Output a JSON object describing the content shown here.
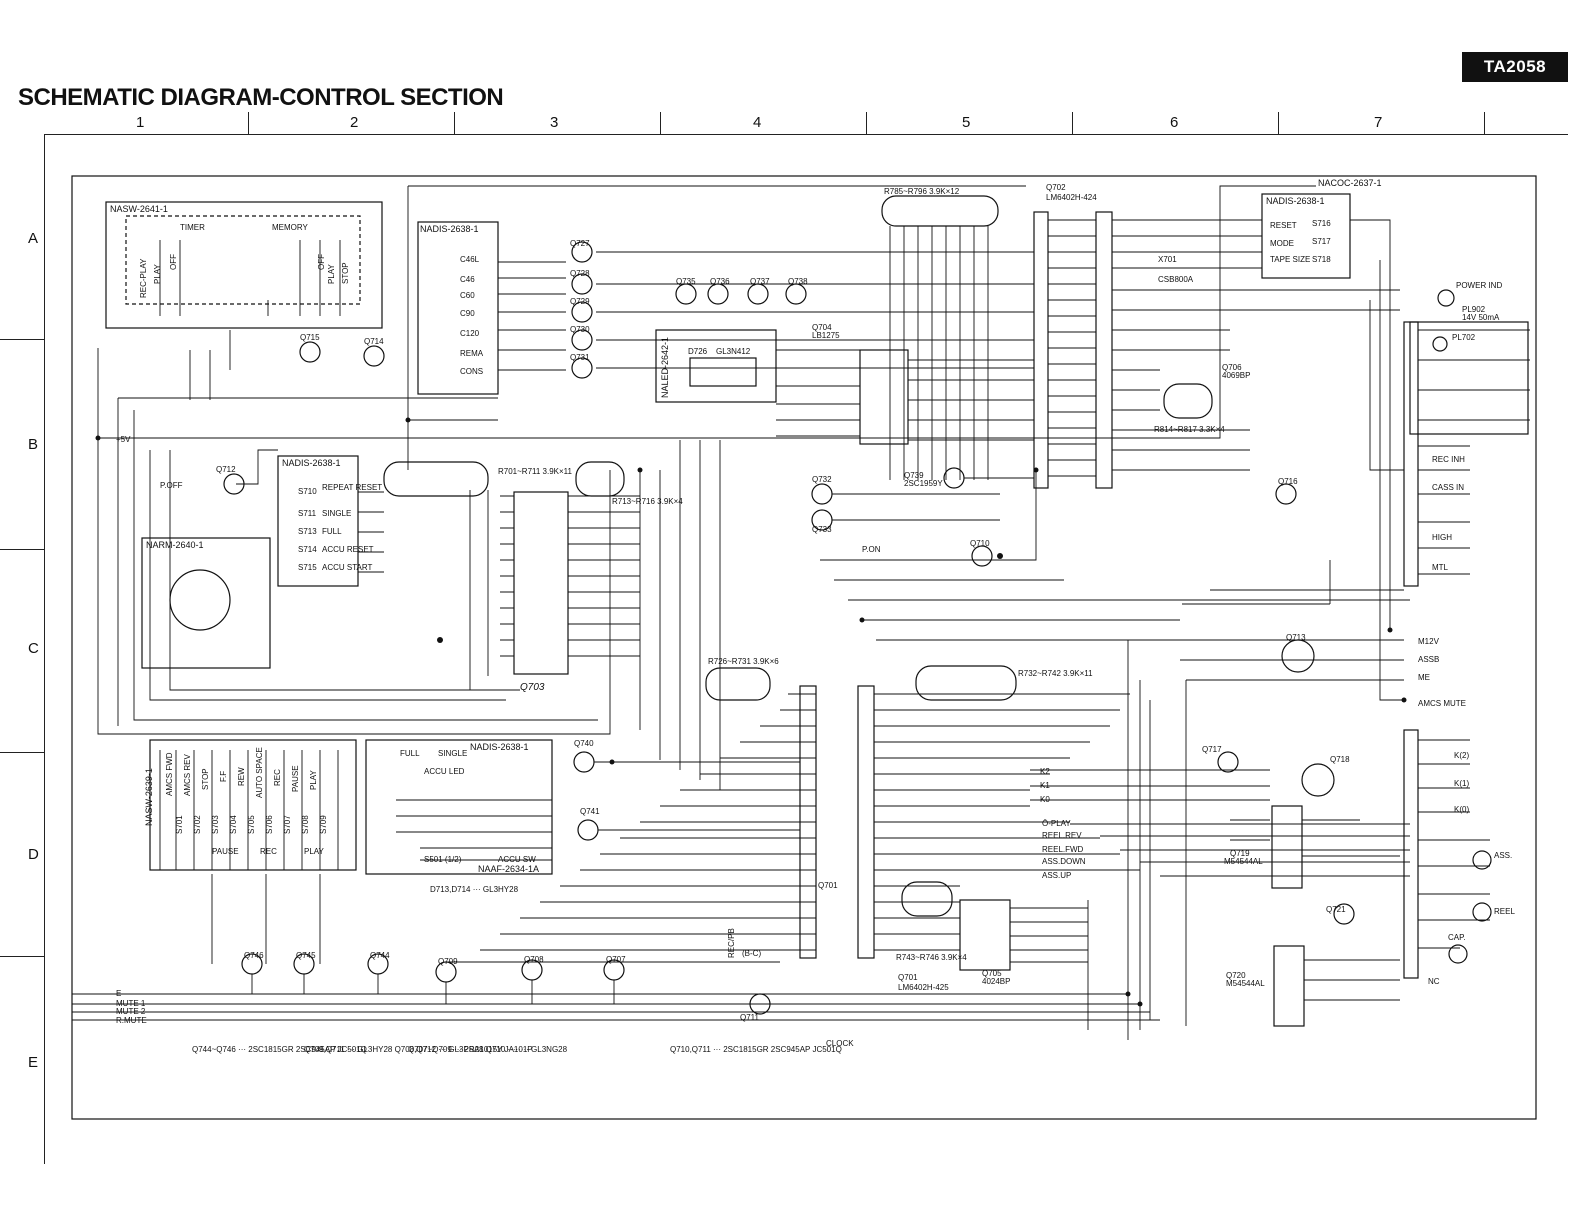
{
  "page_id": "TA2058",
  "title": "SCHEMATIC DIAGRAM-CONTROL SECTION",
  "columns": [
    "1",
    "2",
    "3",
    "4",
    "5",
    "6",
    "7"
  ],
  "rows": [
    "A",
    "B",
    "C",
    "D",
    "E"
  ],
  "blocks": {
    "nasw_2641": "NASW-2641-1",
    "nadis_2638_a": "NADIS-2638-1",
    "nadis_2638_b": "NADIS-2638-1",
    "nadis_2638_c": "NADIS-2638-1",
    "nadis_2638_d": "NADIS-2638-1",
    "narm_2640": "NARM-2640-1",
    "nasw_2639": "NASW-2639-1",
    "naaf_2634": "NAAF-2634-1A",
    "naled_2642": "NALED-2642-1",
    "nacoc_2637": "NACOC-2637-1"
  },
  "components": {
    "q702": "Q702",
    "q702_part": "LM6402H-424",
    "q701": "Q701",
    "q701_part": "LM6402H-425",
    "q703": "Q703",
    "q704": "Q704",
    "q704_part": "LB1275",
    "q705": "Q705",
    "q705_part": "4024BP",
    "q706": "Q706",
    "q706_part": "4069BP",
    "q719": "Q719",
    "q719_part": "M54544AL",
    "q720": "Q720",
    "q720_part": "M54544AL",
    "d726": "D726",
    "d726_part": "GL3N412",
    "pl902": "PL902",
    "pl902_rating": "14V 50mA",
    "pl702": "PL702",
    "q712": "Q712",
    "q715": "Q715",
    "q714": "Q714",
    "q716": "Q716",
    "q713": "Q713",
    "q717": "Q717",
    "q718": "Q718",
    "q721": "Q721",
    "q710": "Q710",
    "q711": "Q711",
    "q740": "Q740",
    "q741": "Q741",
    "q744": "Q744",
    "q745": "Q745",
    "q746": "Q746",
    "q707": "Q707",
    "q708": "Q708",
    "q709": "Q709",
    "q739": "Q739",
    "q739_part": "2SC1959Y",
    "q732": "Q732",
    "q733": "Q733",
    "q727": "Q727",
    "q728": "Q728",
    "q729": "Q729",
    "q730": "Q730",
    "q731": "Q731",
    "q735": "Q735",
    "q736": "Q736",
    "q737": "Q737",
    "q738": "Q738"
  },
  "switches": {
    "nasw_2641": [
      "TIMER",
      "MEMORY",
      "REC-PLAY",
      "OFF",
      "PLAY",
      "OFF",
      "PLAY",
      "STOP"
    ],
    "nadis_left": [
      "REPEAT RESET",
      "SINGLE",
      "FULL",
      "ACCU RESET",
      "ACCU START"
    ],
    "nadis_left_refs": [
      "S710",
      "S711",
      "S713",
      "S714",
      "S715"
    ],
    "nadis_right": [
      "RESET",
      "MODE",
      "TAPE SIZE"
    ],
    "nadis_right_refs": [
      "S716",
      "S717",
      "S718"
    ],
    "nasw_2639": [
      "AMCS FWD",
      "AMCS REV",
      "STOP",
      "F.F",
      "REW",
      "AUTO SPACE",
      "REC",
      "PAUSE",
      "PLAY"
    ],
    "nasw_2639_refs": [
      "S701",
      "S702",
      "S703",
      "S704",
      "S705",
      "S706",
      "S707",
      "S708",
      "S709"
    ],
    "nadis_leds": [
      "C46L",
      "C46",
      "C60",
      "C90",
      "C120",
      "REMA",
      "CONS"
    ],
    "naaf_labels": [
      "ACCU LED",
      "S501 (1/2)",
      "ACCU SW",
      "FULL",
      "SINGLE"
    ],
    "nasw_2639_leds": [
      "PAUSE",
      "REC",
      "PLAY"
    ]
  },
  "connector_labels_right": [
    "POWER IND",
    "REC INH",
    "CASS IN",
    "HIGH",
    "MTL",
    "M12V",
    "ASSB",
    "ME",
    "AMCS MUTE",
    "K(2)",
    "K(1)",
    "K(0)",
    "ASS.",
    "REEL",
    "CAP.",
    "NC"
  ],
  "signal_labels_mid": [
    "K2",
    "K1",
    "K0",
    "Ō-PLAY",
    "REEL.REV",
    "REEL.FWD",
    "ASS.DOWN",
    "ASS.UP"
  ],
  "left_inputs": [
    "+5V",
    "E",
    "MUTE 1",
    "MUTE 2",
    "R.MUTE"
  ],
  "misc_labels": {
    "p_off": "P.OFF",
    "p_on": "P.ON",
    "rec_pb": "REC/PB",
    "b_c": "(B-C)",
    "legend_c": "CLOCK",
    "x701": "X701",
    "x701_part": "CSB800A",
    "resistor_arrays": [
      "R785~R796 3.9K×12",
      "R701~R711 3.9K×11",
      "R713~R716 3.9K×4",
      "R814~R817 3.3K×4",
      "R726~R731 3.9K×6",
      "R732~R742 3.9K×11",
      "R743~R746 3.9K×4"
    ]
  },
  "footer_notes": [
    "Q744~Q746 ··· 2SC1815GR 2SC945AP JC501Q",
    "Q709,Q711 ··· GL3HY28  Q708,Q712 ··· GL3PR28  Q710 ········ GL3NG28",
    "Q707~Q709 ··· 2SA1015Y JA101P",
    "Q710,Q711 ··· 2SC1815GR 2SC945AP JC501Q",
    "D713,D714 ··· GL3HY28"
  ]
}
